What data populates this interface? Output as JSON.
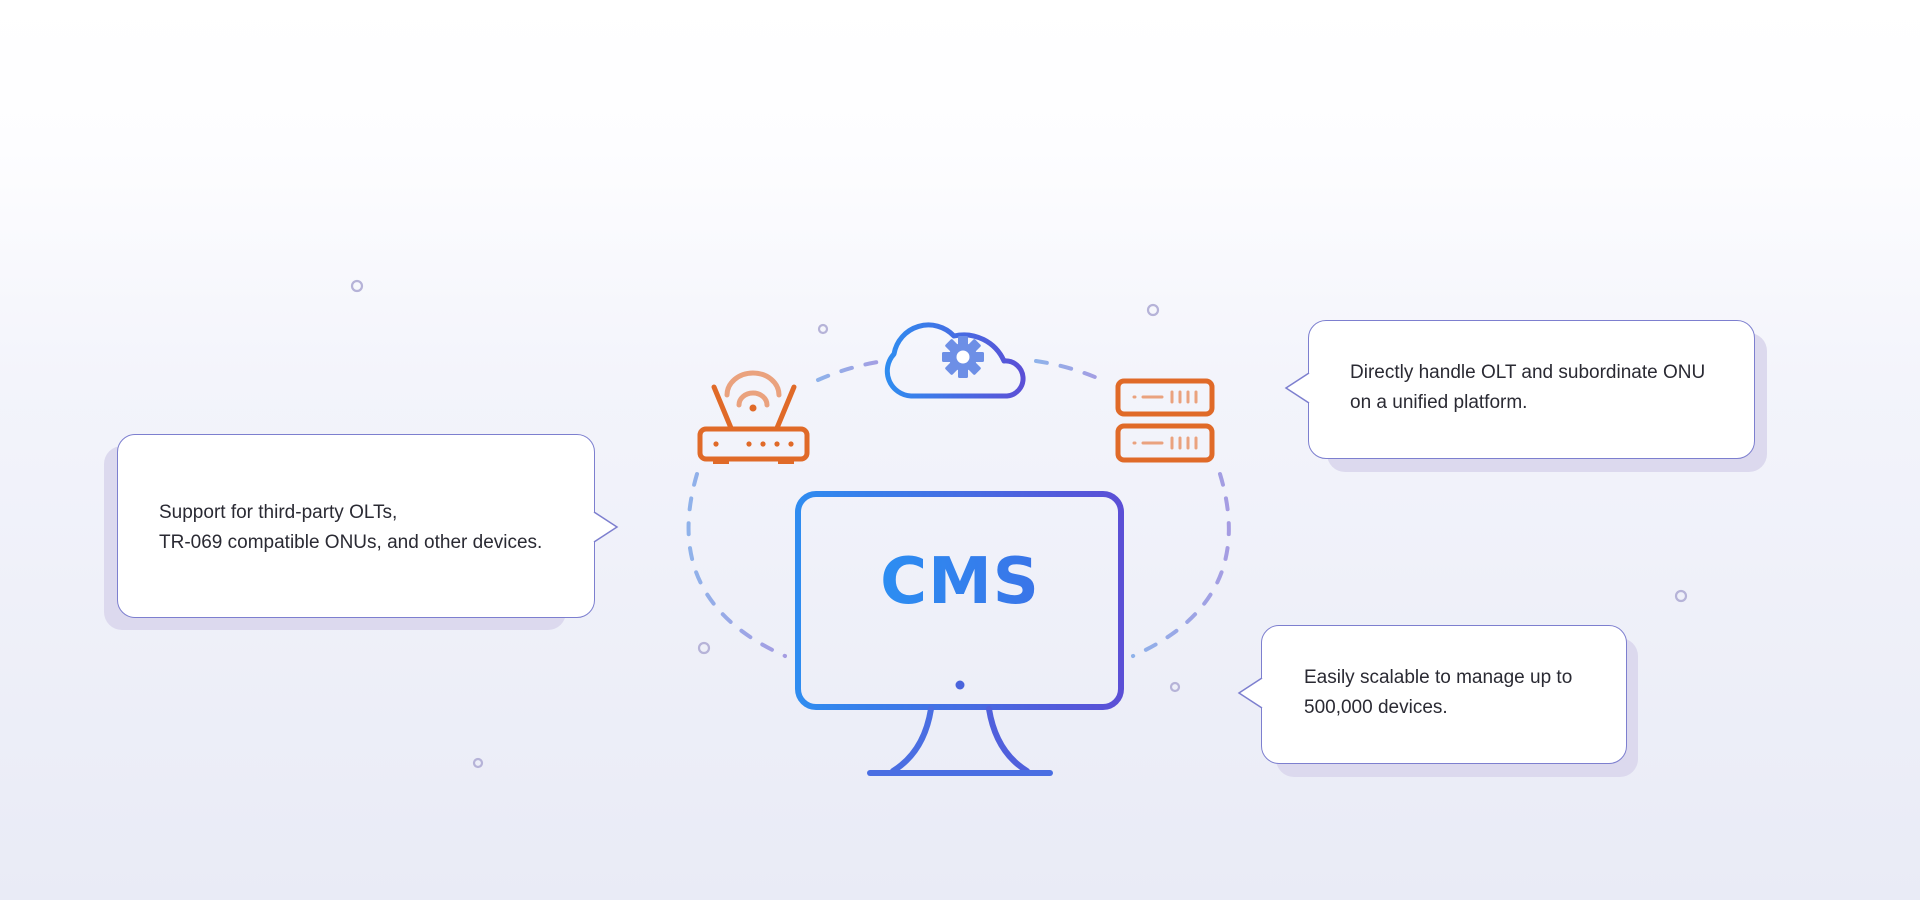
{
  "monitor": {
    "label": "CMS"
  },
  "callouts": {
    "left": {
      "lines": [
        "Support for third-party OLTs,",
        "TR-069 compatible ONUs, and other devices."
      ]
    },
    "top_right": {
      "lines": [
        "Directly handle OLT and subordinate ONU",
        "on a unified platform."
      ]
    },
    "bottom_right": {
      "lines": [
        "Easily scalable to manage up to",
        "500,000 devices."
      ]
    }
  },
  "icons": {
    "router": "wifi-router-icon",
    "cloud": "cloud-gear-icon",
    "server": "server-rack-icon",
    "monitor": "desktop-monitor-icon"
  },
  "colors": {
    "blue": "#2f8cf0",
    "purple": "#5b4fd6",
    "orange": "#e06a28",
    "orange_light": "#eaa27e",
    "dashed": "#9aa9e6",
    "dot": "#b6b3d8",
    "callout_border": "#7d7fcf",
    "callout_shadow": "#dcd9ee"
  }
}
